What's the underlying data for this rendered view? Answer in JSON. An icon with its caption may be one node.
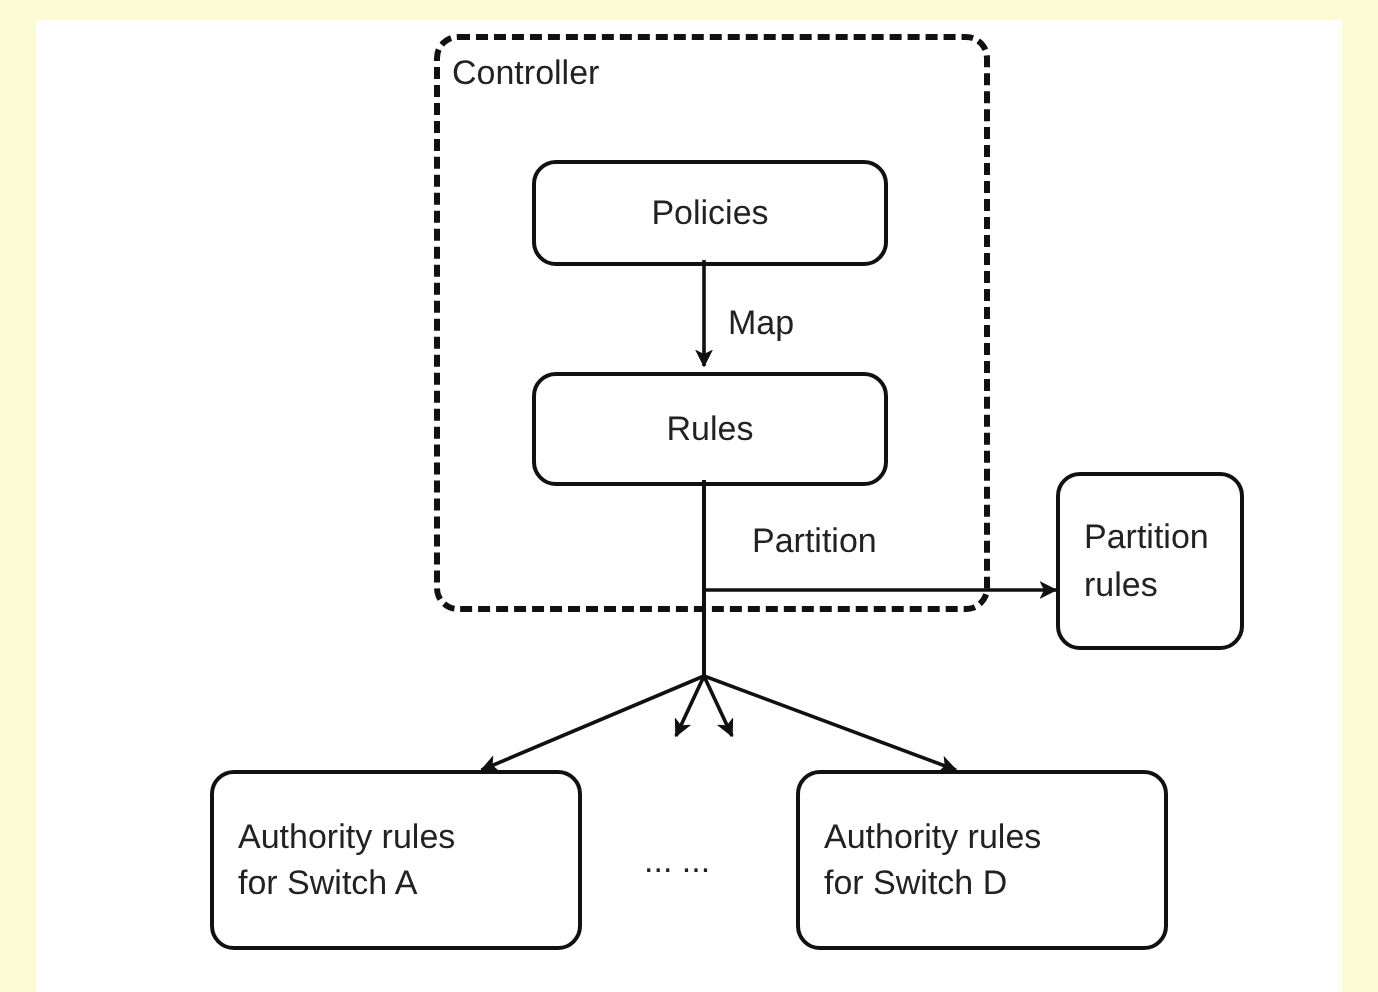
{
  "diagram": {
    "nodes": [
      {
        "text": [
          "Controller"
        ]
      },
      {
        "text": [
          "Policies"
        ],
        "in": 0
      },
      {
        "text": [
          "Rules"
        ],
        "in": 0
      },
      {
        "text": [
          "Partition rules"
        ]
      },
      {
        "text": [
          "Authority rules for Switch A"
        ]
      },
      {
        "text": [
          "Authority rules for Switch D"
        ]
      }
    ],
    "edges": [
      {
        "from": 1,
        "to": 2,
        "arrow": "to",
        "label": "Map"
      },
      {
        "from": 2,
        "to": 3,
        "arrow": "to",
        "label": "Partition"
      },
      {
        "from": 2,
        "to": 4,
        "arrow": "to"
      },
      {
        "from": 2,
        "to": null,
        "arrow": "to"
      },
      {
        "from": 2,
        "to": null,
        "arrow": "to"
      },
      {
        "from": 2,
        "to": 5,
        "arrow": "to"
      }
    ],
    "labels": [
      "... ..."
    ]
  }
}
